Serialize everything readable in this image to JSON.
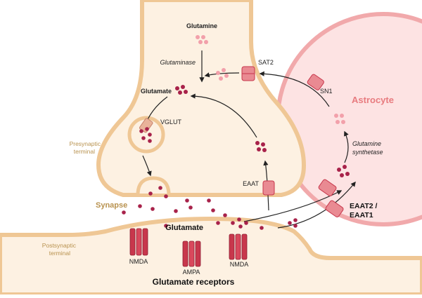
{
  "diagram": {
    "labels": {
      "glutamine": "Glutamine",
      "glutaminase": "Glutaminase",
      "glutamate_pre": "Glutamate",
      "vglut": "VGLUT",
      "presynaptic_line1": "Presynaptic",
      "presynaptic_line2": "terminal",
      "sat2": "SAT2",
      "sn1": "SN1",
      "astrocyte": "Astrocyte",
      "glutamine_synthetase_line1": "Glutamine",
      "glutamine_synthetase_line2": "synthetase",
      "eaat": "EAAT",
      "eaat2_line1": "EAAT2 /",
      "eaat2_line2": "EAAT1",
      "synapse": "Synapse",
      "glutamate_cleft": "Glutamate",
      "postsynaptic_line1": "Postsynaptic",
      "postsynaptic_line2": "terminal",
      "nmda_left": "NMDA",
      "ampa": "AMPA",
      "nmda_right": "NMDA",
      "glutamate_receptors": "Glutamate receptors"
    },
    "colors": {
      "neuron_fill": "#fdf1e2",
      "neuron_stroke": "#efc795",
      "astrocyte_fill": "#fde3e3",
      "astrocyte_stroke": "#f1a9ab",
      "astrocyte_text": "#e87b7f",
      "glutamate_dot": "#a8224a",
      "glutamine_dot": "#f2a0aa",
      "receptor": "#c8374c",
      "transporter": "#e98a92",
      "arrow": "#222222"
    }
  }
}
